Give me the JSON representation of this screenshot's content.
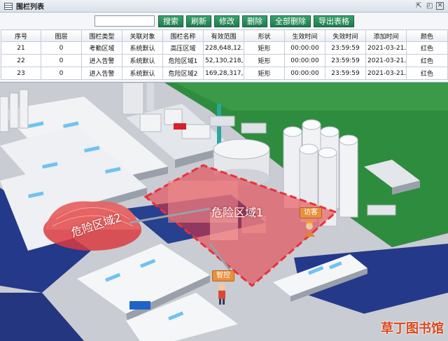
{
  "window": {
    "title": "围栏列表",
    "icon": "list-icon"
  },
  "controls": {
    "restore": "restore-icon",
    "maximize": "maximize-icon",
    "close": "close-icon"
  },
  "toolbar": {
    "search_value": "",
    "buttons": [
      "搜索",
      "刷新",
      "修改",
      "删除",
      "全部删除",
      "导出表格"
    ]
  },
  "table": {
    "columns": [
      "序号",
      "图层",
      "围栏类型",
      "关联对象",
      "围栏名称",
      "有效范围",
      "形状",
      "生效时间",
      "失效时间",
      "添加时间",
      "颜色"
    ],
    "rows": [
      [
        "21",
        "0",
        "考勤区域",
        "系统默认",
        "高压区域",
        "228,648,12...",
        "矩形",
        "00:00:00",
        "23:59:59",
        "2021-03-21...",
        "红色"
      ],
      [
        "22",
        "0",
        "进入告警",
        "系统默认",
        "危险区域1",
        "52,130,218,...",
        "矩形",
        "00:00:00",
        "23:59:59",
        "2021-03-21...",
        "红色"
      ],
      [
        "23",
        "0",
        "进入告警",
        "系统默认",
        "危险区域2",
        "169,28,317,...",
        "矩形",
        "00:00:00",
        "23:59:59",
        "2021-03-21...",
        "红色"
      ]
    ]
  },
  "scene": {
    "zone1_label": "危险区域1",
    "zone2_label": "危险区域2",
    "visitor_tag": "访客",
    "control_tag": "智控",
    "danger_color": "#e8323a",
    "ground_color": "#1c2f63"
  },
  "watermark": "草丁图书馆"
}
